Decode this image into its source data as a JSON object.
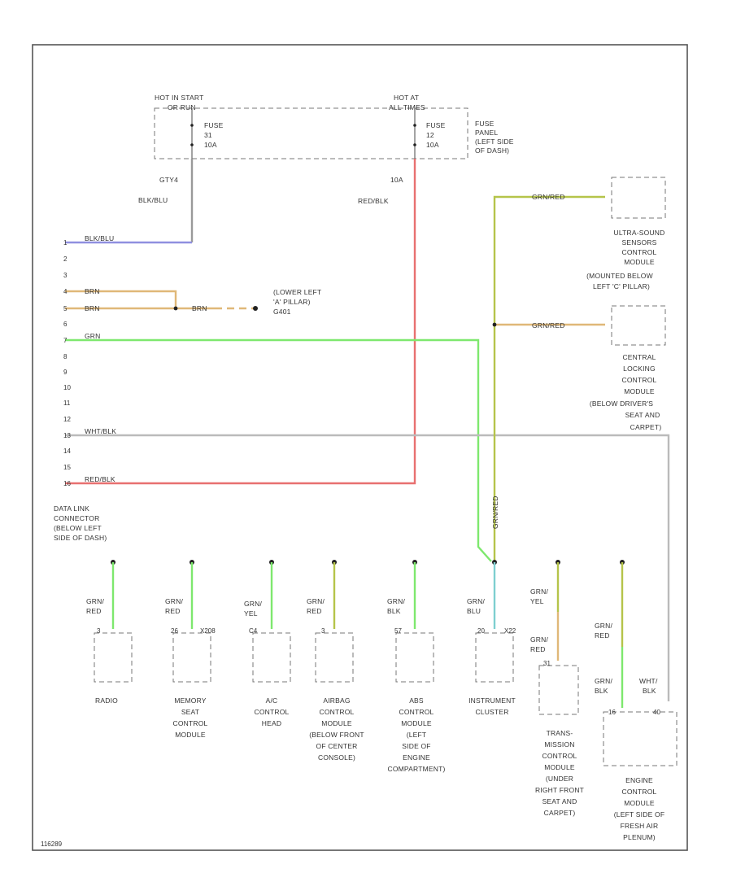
{
  "colors": {
    "frame": "#555555",
    "blue": "#8f8fe0",
    "gray": "#9a9a9a",
    "orange": "#e0b878",
    "green": "#7ee86e",
    "red": "#e87070",
    "olive": "#b5c44a",
    "teal": "#7ecfd0",
    "dashed": "#777777"
  },
  "supply": {
    "left_hot": [
      "HOT IN START",
      "OR RUN"
    ],
    "left_fuse": [
      "FUSE",
      "31",
      "10A"
    ],
    "right_hot": [
      "HOT AT",
      "ALL TIMES"
    ],
    "right_fuse": [
      "FUSE",
      "12",
      "10A"
    ],
    "panel": [
      "FUSE",
      "PANEL",
      "(LEFT SIDE",
      "OF DASH)"
    ]
  },
  "wire_labels": {
    "left_feed_code": "GTY4",
    "left_feed_color": "BLK/BLU",
    "right_feed_code": "10A",
    "right_feed_color": "RED/BLK",
    "pin1": "BLK/BLU",
    "pin4": "BRN",
    "pin5": "BRN",
    "ground_run": "BRN",
    "pin7": "GRN",
    "pin13": "WHT/BLK",
    "pin16": "RED/BLK",
    "trunk_top": "GRN/RED",
    "trunk_mid": "GRN/RED",
    "trunk_vertical": "GRN/RED"
  },
  "ground": [
    "(LOWER LEFT",
    "'A' PILLAR)",
    "G401"
  ],
  "dlc_pins": [
    "1",
    "2",
    "3",
    "4",
    "5",
    "6",
    "7",
    "8",
    "9",
    "10",
    "11",
    "12",
    "13",
    "14",
    "15",
    "16"
  ],
  "dlc_label": [
    "DATA LINK",
    "CONNECTOR",
    "(BELOW LEFT",
    "SIDE OF DASH)"
  ],
  "right_modules": {
    "ultrasound": [
      "ULTRA-SOUND",
      "SENSORS",
      "CONTROL",
      "MODULE",
      "(MOUNTED BELOW",
      "LEFT 'C' PILLAR)"
    ],
    "central_locking": [
      "CENTRAL",
      "LOCKING",
      "CONTROL",
      "MODULE",
      "(BELOW DRIVER'S",
      "SEAT AND",
      "CARPET)"
    ]
  },
  "bottom_modules": [
    {
      "wire": [
        "GRN/",
        "RED"
      ],
      "pin": "3",
      "label": [
        "RADIO"
      ]
    },
    {
      "wire": [
        "GRN/",
        "RED"
      ],
      "pin": "26",
      "pin2": "X208",
      "label": [
        "MEMORY",
        "SEAT",
        "CONTROL",
        "MODULE"
      ]
    },
    {
      "wire": [
        "GRN/",
        "YEL"
      ],
      "pin": "C4",
      "label": [
        "A/C",
        "CONTROL",
        "HEAD"
      ]
    },
    {
      "wire": [
        "GRN/",
        "RED"
      ],
      "pin": "3",
      "label": [
        "AIRBAG",
        "CONTROL",
        "MODULE",
        "(BELOW FRONT",
        "OF CENTER",
        "CONSOLE)"
      ]
    },
    {
      "wire": [
        "GRN/",
        "BLK"
      ],
      "pin": "57",
      "label": [
        "ABS",
        "CONTROL",
        "MODULE",
        "(LEFT",
        "SIDE OF",
        "ENGINE",
        "COMPARTMENT)"
      ]
    },
    {
      "wire": [
        "GRN/",
        "BLU"
      ],
      "pin": "20",
      "pin2": "X22",
      "label": [
        "INSTRUMENT",
        "CLUSTER"
      ]
    },
    {
      "wire": [
        "GRN/",
        "YEL"
      ],
      "wire2": [
        "GRN/",
        "RED"
      ],
      "pin": "31",
      "label": [
        "TRANS-",
        "MISSION",
        "CONTROL",
        "MODULE",
        "(UNDER",
        "RIGHT FRONT",
        "SEAT AND",
        "CARPET)"
      ]
    },
    {
      "wire": [
        "GRN/",
        "RED"
      ],
      "wire2": [
        "GRN/",
        "BLK"
      ],
      "wire3": [
        "WHT/",
        "BLK"
      ],
      "pin": "16",
      "pin2": "40",
      "label": [
        "ENGINE",
        "CONTROL",
        "MODULE",
        "(LEFT SIDE OF",
        "FRESH AIR",
        "PLENUM)"
      ]
    }
  ],
  "figure_id": "116289"
}
